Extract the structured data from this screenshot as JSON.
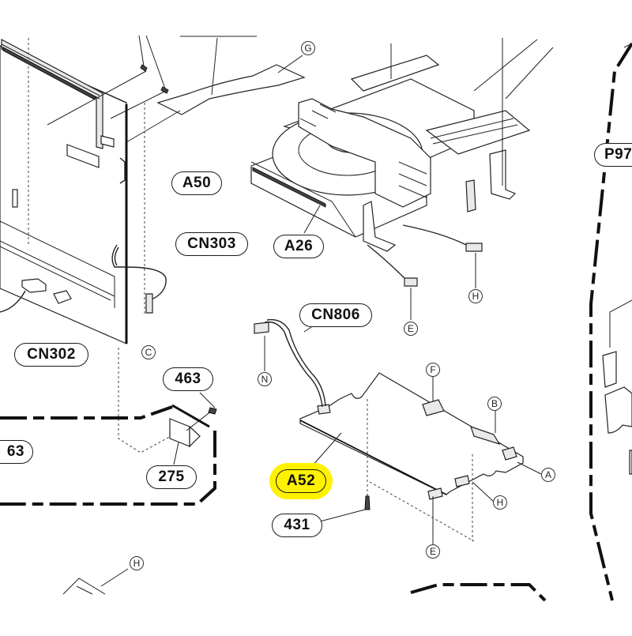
{
  "diagram": {
    "type": "exploded parts diagram",
    "highlight_color": "#fff200",
    "callouts": [
      {
        "id": "a50",
        "label": "A50",
        "highlighted": false
      },
      {
        "id": "cn303",
        "label": "CN303",
        "highlighted": false
      },
      {
        "id": "a26",
        "label": "A26",
        "highlighted": false
      },
      {
        "id": "cn302",
        "label": "CN302",
        "highlighted": false
      },
      {
        "id": "cn806",
        "label": "CN806",
        "highlighted": false
      },
      {
        "id": "463",
        "label": "463",
        "highlighted": false
      },
      {
        "id": "63",
        "label": "63",
        "highlighted": false
      },
      {
        "id": "275",
        "label": "275",
        "highlighted": false
      },
      {
        "id": "a52",
        "label": "A52",
        "highlighted": true
      },
      {
        "id": "431",
        "label": "431",
        "highlighted": false
      },
      {
        "id": "p97",
        "label": "P97",
        "highlighted": false
      }
    ],
    "connectors": [
      {
        "id": "g-top",
        "letter": "G"
      },
      {
        "id": "c-left",
        "letter": "C"
      },
      {
        "id": "e-a26",
        "letter": "E"
      },
      {
        "id": "h-a26",
        "letter": "H"
      },
      {
        "id": "n-cn806",
        "letter": "N"
      },
      {
        "id": "f-a52",
        "letter": "F"
      },
      {
        "id": "b-a52",
        "letter": "B"
      },
      {
        "id": "a-a52",
        "letter": "A"
      },
      {
        "id": "h-a52",
        "letter": "H"
      },
      {
        "id": "e-a52",
        "letter": "E"
      },
      {
        "id": "h-bottom",
        "letter": "H"
      }
    ]
  }
}
